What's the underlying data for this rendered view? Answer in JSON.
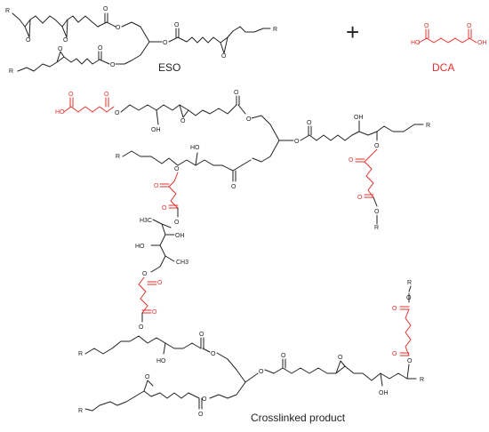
{
  "colors": {
    "ink": "#222222",
    "crosslinker": "#e0312e"
  },
  "reaction": {
    "reactant_1_label": "ESO",
    "operator": "+",
    "reactant_2_label": "DCA",
    "product_label": "Crosslinked product"
  },
  "atoms": {
    "R": "R",
    "O": "O",
    "OH": "OH",
    "HO": "HO",
    "CH3": "CH3",
    "H3C": "H3C"
  }
}
